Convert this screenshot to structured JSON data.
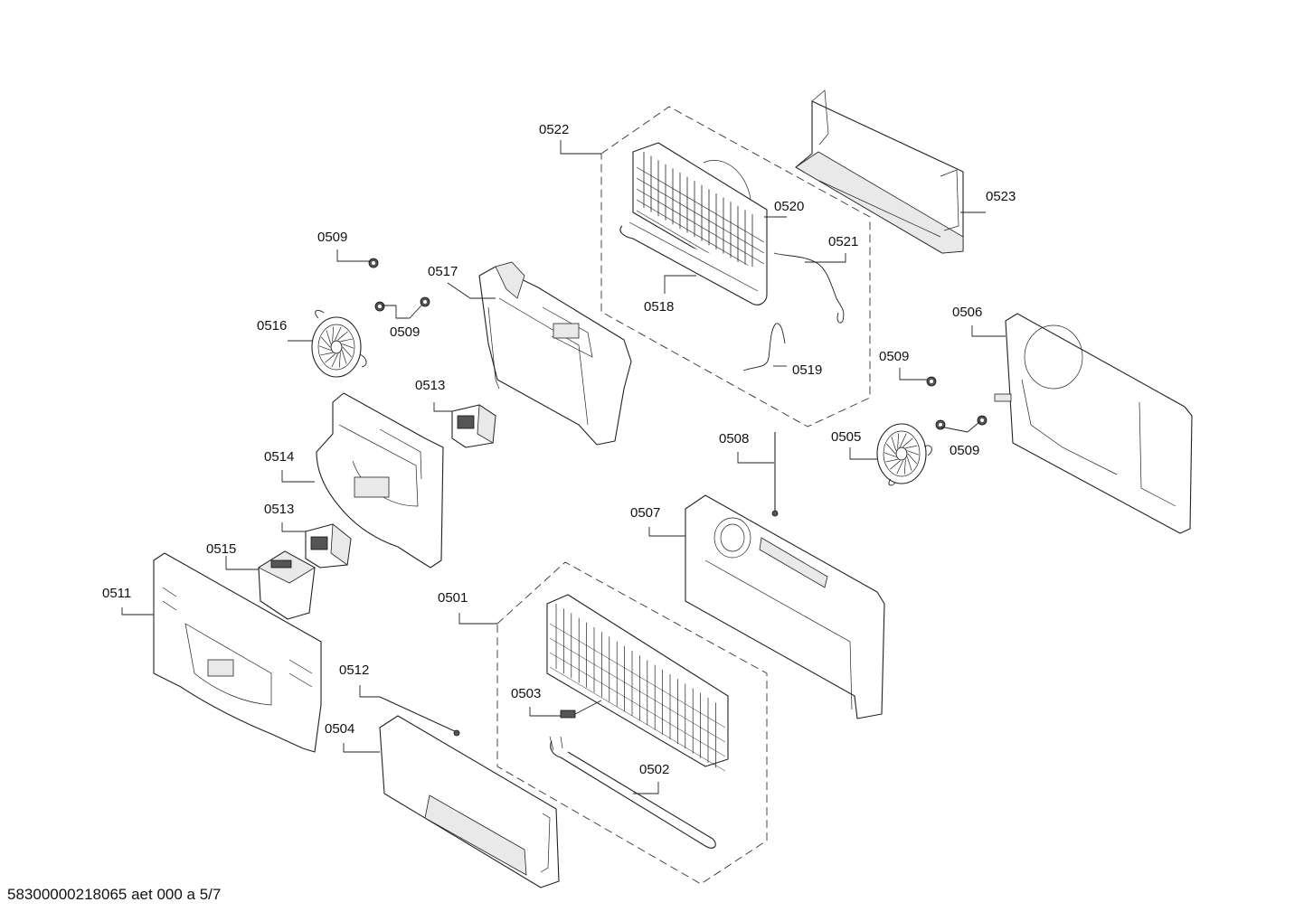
{
  "footer": "58300000218065 aet 000 a 5/7",
  "labels": {
    "p0501": "0501",
    "p0502": "0502",
    "p0503": "0503",
    "p0504": "0504",
    "p0505": "0505",
    "p0506": "0506",
    "p0507": "0507",
    "p0508": "0508",
    "p0509a": "0509",
    "p0509b": "0509",
    "p0509c": "0509",
    "p0509d": "0509",
    "p0511": "0511",
    "p0512": "0512",
    "p0513a": "0513",
    "p0513b": "0513",
    "p0514": "0514",
    "p0515": "0515",
    "p0516": "0516",
    "p0517": "0517",
    "p0518": "0518",
    "p0519": "0519",
    "p0520": "0520",
    "p0521": "0521",
    "p0522": "0522",
    "p0523": "0523"
  }
}
